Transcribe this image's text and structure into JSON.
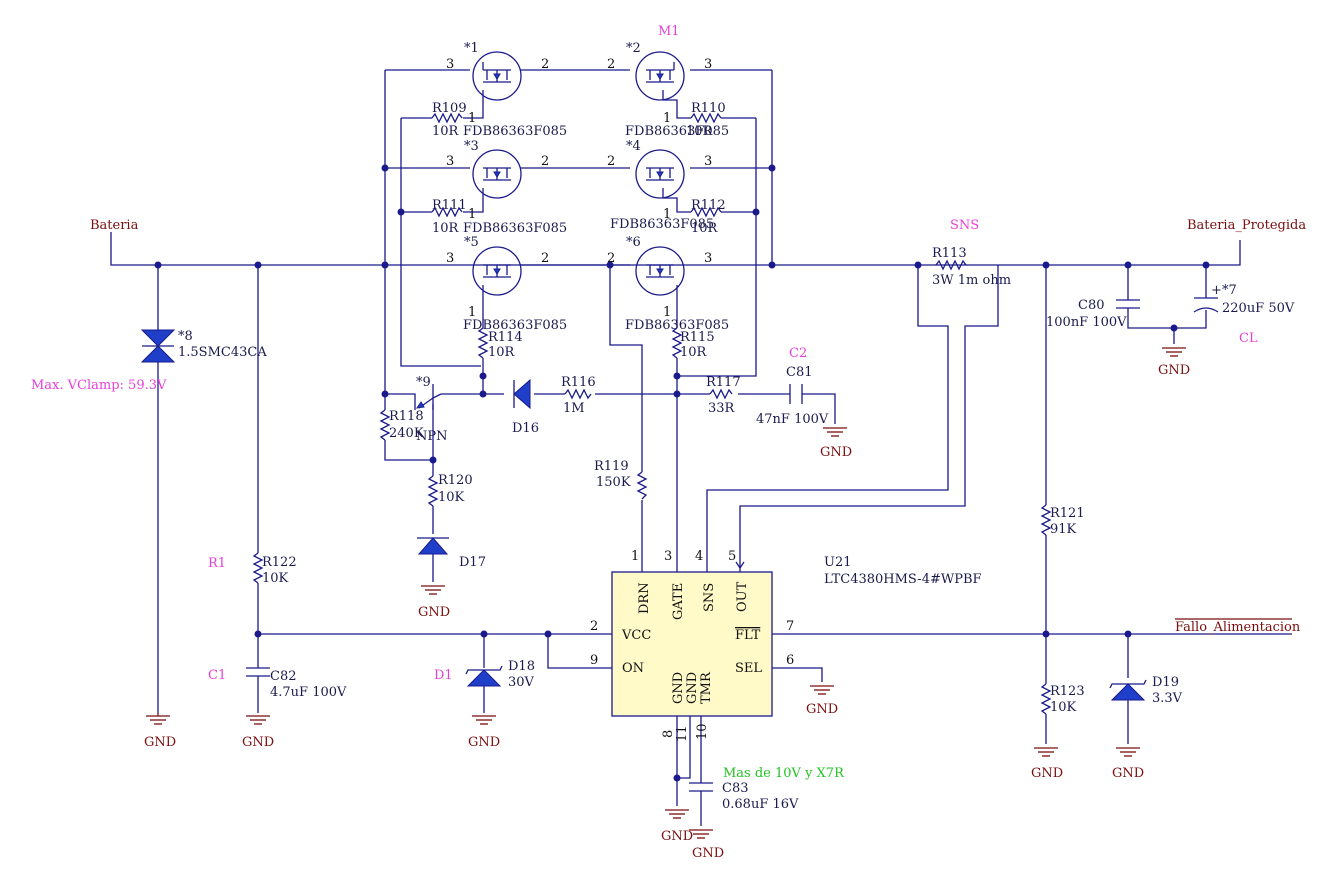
{
  "nets": {
    "bateria": "Bateria",
    "bateria_protegida": "Bateria_Protegida",
    "fallo": "Fallo_Alimentacion",
    "gnd": "GND"
  },
  "mosfets": [
    {
      "ref": "*1",
      "part": "FDB86363F085",
      "pin_left": "3",
      "pin_right": "2",
      "pin_gate": "1"
    },
    {
      "ref": "*2",
      "part": "FDB86363F085",
      "pin_left": "2",
      "pin_right": "3",
      "pin_gate": "1"
    },
    {
      "ref": "*3",
      "part": "FDB86363F085",
      "pin_left": "3",
      "pin_right": "2",
      "pin_gate": "1"
    },
    {
      "ref": "*4",
      "part": "FDB86363F085",
      "pin_left": "2",
      "pin_right": "3",
      "pin_gate": "1"
    },
    {
      "ref": "*5",
      "part": "FDB86363F085",
      "pin_left": "3",
      "pin_right": "2",
      "pin_gate": "1"
    },
    {
      "ref": "*6",
      "part": "FDB86363F085",
      "pin_left": "2",
      "pin_right": "3",
      "pin_gate": "1"
    }
  ],
  "resistors": {
    "r109": {
      "ref": "R109",
      "value": "10R"
    },
    "r110": {
      "ref": "R110",
      "value": "10R"
    },
    "r111": {
      "ref": "R111",
      "value": "10R"
    },
    "r112": {
      "ref": "R112",
      "value": "10R"
    },
    "r113": {
      "ref": "R113",
      "value": "3W 1m ohm"
    },
    "r114": {
      "ref": "R114",
      "value": "10R"
    },
    "r115": {
      "ref": "R115",
      "value": "10R"
    },
    "r116": {
      "ref": "R116",
      "value": "1M"
    },
    "r117": {
      "ref": "R117",
      "value": "33R"
    },
    "r118": {
      "ref": "R118",
      "value": "240K"
    },
    "r119": {
      "ref": "R119",
      "value": "150K"
    },
    "r120": {
      "ref": "R120",
      "value": "10K"
    },
    "r121": {
      "ref": "R121",
      "value": "91K"
    },
    "r122": {
      "ref": "R122",
      "value": "10K"
    },
    "r123": {
      "ref": "R123",
      "value": "10K"
    }
  },
  "capacitors": {
    "c80": {
      "ref": "C80",
      "value": "100nF 100V"
    },
    "c7": {
      "ref": "*7",
      "value": "220uF 50V",
      "polarity": "+"
    },
    "c81": {
      "ref": "C81",
      "value": "47nF 100V"
    },
    "c82": {
      "ref": "C82",
      "value": "4.7uF 100V"
    },
    "c83": {
      "ref": "C83",
      "value": "0.68uF 16V"
    }
  },
  "diodes": {
    "d8": {
      "ref": "*8",
      "value": "1.5SMC43CA"
    },
    "d16": {
      "ref": "D16"
    },
    "d17": {
      "ref": "D17"
    },
    "d18": {
      "ref": "D18",
      "value": "30V"
    },
    "d19": {
      "ref": "D19",
      "value": "3.3V"
    }
  },
  "transistor": {
    "ref": "*9",
    "type": "NPN"
  },
  "ic": {
    "ref": "U21",
    "part": "LTC4380HMS-4#WPBF",
    "pins": {
      "drn": {
        "name": "DRN",
        "num": "1"
      },
      "gate": {
        "name": "GATE",
        "num": "3"
      },
      "sns": {
        "name": "SNS",
        "num": "4"
      },
      "out": {
        "name": "OUT",
        "num": "5"
      },
      "vcc": {
        "name": "VCC",
        "num": "2"
      },
      "on": {
        "name": "ON",
        "num": "9"
      },
      "flt": {
        "name": "FLT",
        "num": "7"
      },
      "sel": {
        "name": "SEL",
        "num": "6"
      },
      "gnd1": {
        "name": "GND",
        "num": "8"
      },
      "gnd2": {
        "name": "GND",
        "num": "11"
      },
      "tmr": {
        "name": "TMR",
        "num": "10"
      }
    }
  },
  "annotations": {
    "m1": "M1",
    "sns": "SNS",
    "c2": "C2",
    "cl": "CL",
    "r1": "R1",
    "c1": "C1",
    "d1": "D1",
    "vclamp": "Max. VClamp: 59.3V",
    "cap_note": "Mas de 10V y X7R"
  },
  "colors": {
    "wire": "#1a1a8c",
    "net_label": "#7a0d0d",
    "annotation": "#e63fd8",
    "note": "#22c422",
    "ic_body": "#fffac8",
    "diode_fill": "#1f3fc8"
  }
}
